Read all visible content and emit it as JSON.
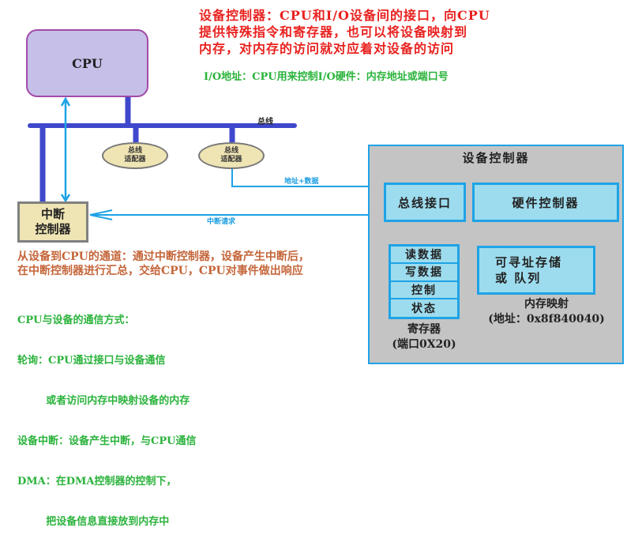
{
  "notes": {
    "device_controller_desc": [
      "设备控制器：CPU和I/O设备间的接口，向CPU",
      "提供特殊指令和寄存器，也可以将设备映射到",
      "内存，对内存的访问就对应着对设备的访问"
    ],
    "io_address": "I/O地址：CPU用来控制I/O硬件：内存地址或端口号",
    "interrupt_path": [
      "从设备到CPU的通道：通过中断控制器，设备产生中断后，",
      "在中断控制器进行汇总，交给CPU，CPU对事件做出响应"
    ],
    "comm_methods": [
      "CPU与设备的通信方式：",
      "轮询：CPU通过接口与设备通信",
      "        或者访问内存中映射设备的内存",
      "设备中断：设备产生中断，与CPU通信",
      "DMA：在DMA控制器的控制下，",
      "        把设备信息直接放到内存中"
    ]
  },
  "diagram": {
    "cpu_label": "CPU",
    "bus_label": "总线",
    "adapters": [
      {
        "line1": "总线",
        "line2": "适配器"
      },
      {
        "line1": "总线",
        "line2": "适配器"
      }
    ],
    "interrupt_controller": {
      "line1": "中断",
      "line2": "控制器"
    },
    "address_data_label": "地址+数据",
    "interrupt_request_label": "中断请求",
    "device_controller": {
      "title": "设备控制器",
      "bus_interface": "总线接口",
      "hardware_controller": "硬件控制器",
      "registers": [
        "读数据",
        "写数据",
        "控制",
        "状态"
      ],
      "registers_caption": "寄存器",
      "registers_port": "(端口0X20)",
      "storage": {
        "line1": "可寻址存储",
        "line2": "或 队列"
      },
      "memory_map_caption": "内存映射",
      "memory_map_address": "(地址：0x8f840040)"
    }
  },
  "colors": {
    "bus": "#3f48cc",
    "signal": "#1ea3e6",
    "cpu_fill": "#c6bfe7",
    "cpu_border": "#a24ba8",
    "adapter_fill": "#efe4b3",
    "device_fill": "#c4c4c4",
    "cyan_fill": "#9ddcee",
    "red_note": "#e8221f",
    "green_note": "#2bb33c",
    "brown_note": "#c4663a"
  }
}
